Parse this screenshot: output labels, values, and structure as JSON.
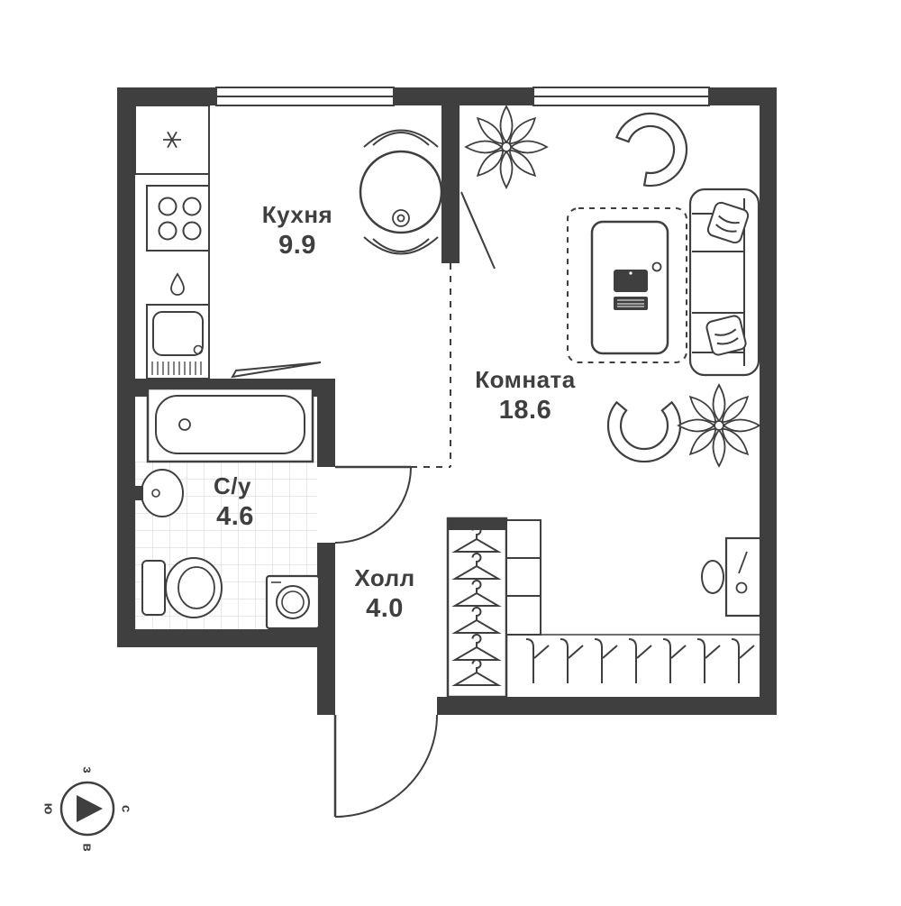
{
  "rooms": {
    "kitchen": {
      "name": "Кухня",
      "area": "9.9"
    },
    "living": {
      "name": "Комната",
      "area": "18.6"
    },
    "bathroom": {
      "name": "С/у",
      "area": "4.6"
    },
    "hall": {
      "name": "Холл",
      "area": "4.0"
    }
  },
  "compass": {
    "north": "с",
    "south": "ю",
    "west": "з",
    "east": "в"
  },
  "icons": {
    "freezer": "snowflake-icon",
    "water": "water-drop-icon",
    "tv": "tv-icon",
    "laptop": "laptop-icon",
    "hanger": "hanger-icon",
    "coat_hook": "coat-hook-icon"
  },
  "colors": {
    "wall": "#3f3f3f",
    "background": "#ffffff",
    "tile_line": "#e0e0e0"
  }
}
